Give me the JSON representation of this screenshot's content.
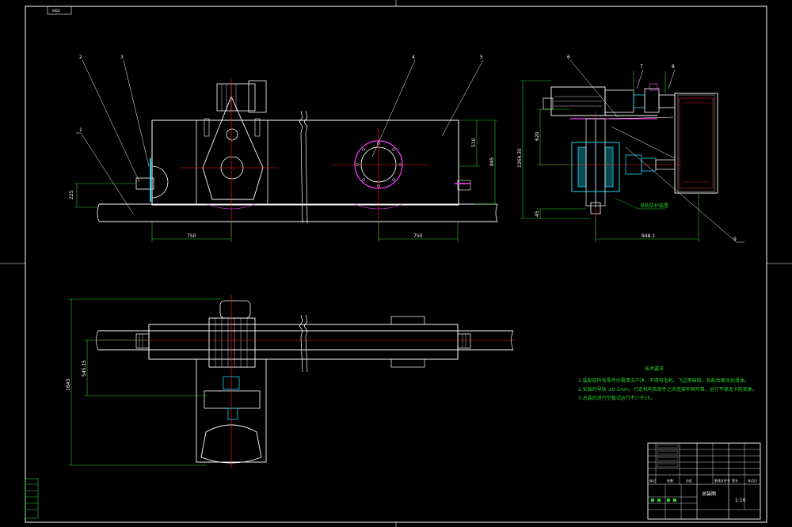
{
  "sheet": {
    "corner_code": "0001"
  },
  "front_view": {
    "part_callouts": [
      "1",
      "2",
      "3",
      "4",
      "5"
    ],
    "dimensions": {
      "left_offset": "225",
      "base_left": "750",
      "base_right": "750",
      "height_inner": "510",
      "height_outer": "895"
    }
  },
  "side_view": {
    "part_callouts": [
      "6",
      "7",
      "8",
      "9"
    ],
    "dimensions": {
      "height_main": "620",
      "height_total": "1264.35",
      "bottom_small": "45",
      "width_total": "948.1"
    },
    "note_label": "导轨防护装置"
  },
  "top_view": {
    "dimensions": {
      "inner_height": "545.15",
      "outer_height": "1643"
    }
  },
  "tech_notes": {
    "title": "技术要求",
    "lines": [
      "1.装配前所有零件均需清洗干净，不得有毛刺、飞边等缺陷，各配合面涂润滑油。",
      "2.安装时导轨 ±0.1mm，行走机构各部件之间连接牢固可靠，运行平稳无卡阻现象。",
      "3.总装后进行空载试运行不少于1h。"
    ]
  },
  "title_block": {
    "drawing_name": "总装图",
    "scale": "1:10",
    "labels": [
      "标记",
      "处数",
      "分区",
      "更改文件号",
      "签名",
      "年月日"
    ]
  },
  "colors": {
    "outline": "#ffffff",
    "center_line": "#ff2020",
    "dimension": "#2bd12b",
    "part": "#22d3ee",
    "highlight": "#ff40ff"
  }
}
